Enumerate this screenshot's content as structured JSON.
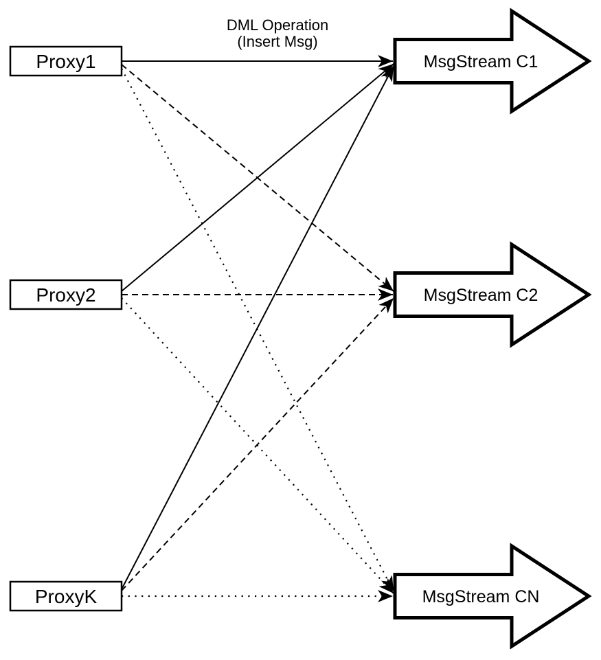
{
  "title": "Proxy to MsgStream fan-out diagram",
  "annotation": {
    "line1": "DML Operation",
    "line2": "(Insert Msg)"
  },
  "proxies": [
    {
      "label": "Proxy1"
    },
    {
      "label": "Proxy2"
    },
    {
      "label": "ProxyK"
    }
  ],
  "streams": [
    {
      "label": "MsgStream C1"
    },
    {
      "label": "MsgStream C2"
    },
    {
      "label": "MsgStream CN"
    }
  ],
  "edges": [
    {
      "from": "Proxy1",
      "to": "MsgStream C1",
      "style": "solid"
    },
    {
      "from": "Proxy1",
      "to": "MsgStream C2",
      "style": "dashed"
    },
    {
      "from": "Proxy1",
      "to": "MsgStream CN",
      "style": "dotted"
    },
    {
      "from": "Proxy2",
      "to": "MsgStream C1",
      "style": "solid"
    },
    {
      "from": "Proxy2",
      "to": "MsgStream C2",
      "style": "dashed"
    },
    {
      "from": "Proxy2",
      "to": "MsgStream CN",
      "style": "dotted"
    },
    {
      "from": "ProxyK",
      "to": "MsgStream C1",
      "style": "solid"
    },
    {
      "from": "ProxyK",
      "to": "MsgStream C2",
      "style": "dashed"
    },
    {
      "from": "ProxyK",
      "to": "MsgStream CN",
      "style": "dotted"
    }
  ],
  "colors": {
    "stroke": "#000000",
    "background": "#ffffff"
  }
}
